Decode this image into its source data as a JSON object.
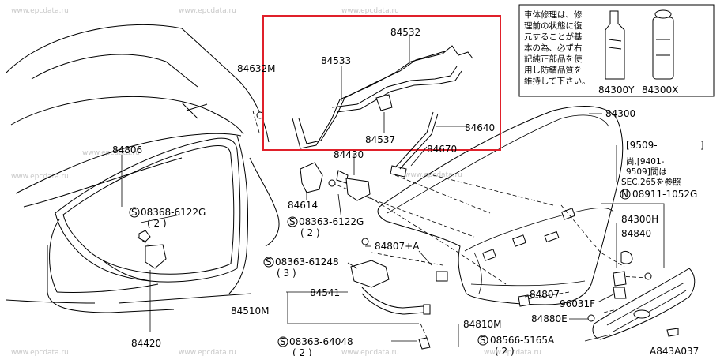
{
  "colors": {
    "highlight": "#e0202a",
    "ink": "#000000",
    "watermark": "#c8c8c8"
  },
  "watermark": "www.epcdata.ru",
  "labels": {
    "p84532": "84532",
    "p84533": "84533",
    "p84632m": "84632M",
    "p84537": "84537",
    "p84640": "84640",
    "p84806": "84806",
    "p84430": "84430",
    "p84670": "84670",
    "p84300": "84300",
    "p84614": "84614",
    "s08368": "08368-6122G",
    "q2a": "( 2 )",
    "s08363a": "08363-6122G",
    "q2b": "( 2 )",
    "p84807a": "84807+A",
    "s08363b": "08363-61248",
    "q3": "( 3 )",
    "p84541": "84541",
    "p84510m": "84510M",
    "p84420": "84420",
    "s08363c": "08363-64048",
    "q2c": "( 2 )",
    "p84807": "84807",
    "p96031f": "96031F",
    "p84810m": "84810M",
    "p84880e": "84880E",
    "s08566": "08566-5165A",
    "q2d": "( 2 )",
    "figref": "A843A037",
    "n08911": "08911-1052G",
    "p84300h": "84300H",
    "p84840": "84840",
    "date_from": "[9509-",
    "date_to": "]",
    "note_l1": "尚,[9401-",
    "note_l2": "9509]間は",
    "note_l3": "SEC.265を参照",
    "p84300y": "84300Y",
    "p84300x": "84300X",
    "jp_l1": "車体修理は、修",
    "jp_l2": "理前の状態に復",
    "jp_l3": "元することが基",
    "jp_l4": "本の為、必ず右",
    "jp_l5": "記純正部品を使",
    "jp_l6": "用し防錆品質を",
    "jp_l7": "維持して下さい。",
    "s_sym": "S",
    "n_sym": "N"
  }
}
